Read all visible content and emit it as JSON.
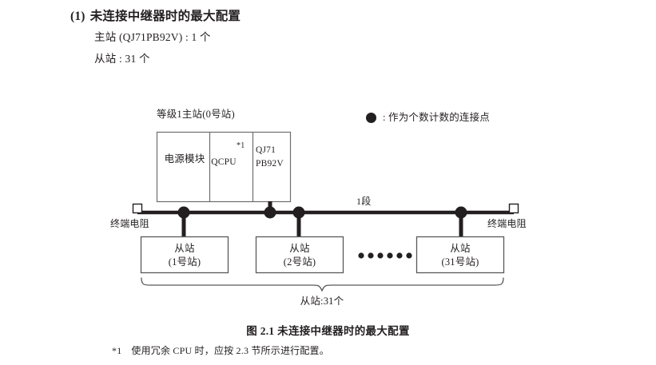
{
  "section": {
    "number": "(1)",
    "title": "未连接中继器时的最大配置",
    "specs": [
      "主站 (QJ71PB92V) : 1 个",
      "从站 : 31 个"
    ]
  },
  "legend": {
    "symbol": "filled-circle",
    "text": ": 作为个数计数的连接点"
  },
  "diagram": {
    "rack": {
      "header": "等级1主站(0号站)",
      "cells": [
        {
          "label": "电源模块"
        },
        {
          "label": "QCPU",
          "footnote_mark": "*1"
        },
        {
          "label_line1": "QJ71",
          "label_line2": "PB92V"
        }
      ]
    },
    "bus": {
      "segment_label": "1段",
      "terminator_left": "终端电阻",
      "terminator_right": "终端电阻"
    },
    "slaves": [
      {
        "line1": "从站",
        "line2": "(1号站)"
      },
      {
        "line1": "从站",
        "line2": "(2号站)"
      },
      {
        "line1": "从站",
        "line2": "(31号站)"
      }
    ],
    "ellipsis_dots": 6,
    "brace_caption": "从站:31个"
  },
  "figure": {
    "caption": "图 2.1  未连接中继器时的最大配置"
  },
  "footnote": {
    "mark": "*1",
    "text": "使用冗余 CPU 时，应按 2.3 节所示进行配置。"
  },
  "colors": {
    "ink": "#231f20",
    "line": "#231f20",
    "box_border": "#6d6e71",
    "background": "#ffffff"
  }
}
